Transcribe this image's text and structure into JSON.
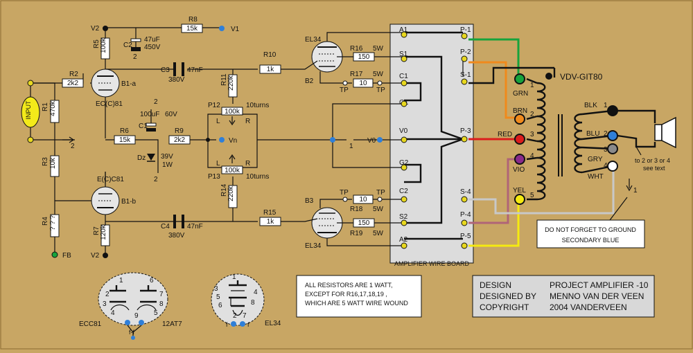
{
  "tubes": {
    "b1a": {
      "label": "B1-a",
      "type": "EC(C)81"
    },
    "b1b": {
      "label": "B1-b",
      "type": "E(C)C81"
    },
    "b2": {
      "label": "B2",
      "type": "EL34"
    },
    "b3": {
      "label": "B3",
      "type": "EL34"
    }
  },
  "components": {
    "r1": {
      "label": "R1",
      "value": "470k"
    },
    "r2": {
      "label": "R2",
      "value": "2k2"
    },
    "r3": {
      "label": "R3",
      "value": "10k"
    },
    "r4": {
      "label": "R4",
      "value": "? ? ?"
    },
    "r5": {
      "label": "R5",
      "value": "100k"
    },
    "r6": {
      "label": "R6",
      "value": "15k"
    },
    "r7": {
      "label": "R7",
      "value": "120k"
    },
    "r8": {
      "label": "R8",
      "value": "15k"
    },
    "r9": {
      "label": "R9",
      "value": "2k2"
    },
    "r10": {
      "label": "R10",
      "value": "1k"
    },
    "r11": {
      "label": "R11",
      "value": "220k"
    },
    "r14": {
      "label": "R14",
      "value": "220k"
    },
    "r15": {
      "label": "R15",
      "value": "1k"
    },
    "r16": {
      "label": "R16",
      "value": "150",
      "watt": "5W"
    },
    "r17": {
      "label": "R17",
      "value": "10",
      "watt": "5W"
    },
    "r18": {
      "label": "R18",
      "value": "10",
      "watt": "5W"
    },
    "r19": {
      "label": "R19",
      "value": "150",
      "watt": "5W"
    },
    "c1": {
      "label": "C1",
      "value1": "100uF",
      "value2": "60V"
    },
    "c2": {
      "label": "C2",
      "value1": "47uF",
      "value2": "450V"
    },
    "c3": {
      "label": "C3",
      "value1": "47nF",
      "value2": "380V"
    },
    "c4": {
      "label": "C4",
      "value1": "47nF",
      "value2": "380V"
    },
    "dz": {
      "label": "Dz",
      "value1": "39V",
      "value2": "1W"
    },
    "p12": {
      "label": "P12",
      "value": "100k",
      "turns": "10turns",
      "l": "L",
      "r": "R"
    },
    "p13": {
      "label": "P13",
      "value": "100k",
      "turns": "10turns",
      "l": "L",
      "r": "R"
    }
  },
  "nodes": {
    "v1": "V1",
    "v2_top": "V2",
    "v2_bot": "V2",
    "vn": "Vn",
    "v0": "V0",
    "fb": "FB",
    "tp": "TP",
    "ground": "2",
    "one": "1",
    "input": "INPUT"
  },
  "wireboard": {
    "label": "AMPLIFIER WIRE BOARD",
    "left": [
      "A1",
      "S1",
      "C1",
      "G1",
      "V0",
      "G2",
      "C2",
      "S2",
      "A2"
    ],
    "right": [
      "P-1",
      "P-2",
      "S-1",
      "P-3",
      "S-4",
      "P-4",
      "P-5"
    ]
  },
  "transformer": {
    "title": "VDV-GIT80",
    "primary": [
      {
        "name": "GRN",
        "num": "1"
      },
      {
        "name": "BRN",
        "num": "2"
      },
      {
        "name": "RED",
        "num": "3"
      },
      {
        "name": "VIO",
        "num": "4"
      },
      {
        "name": "YEL",
        "num": "5"
      }
    ],
    "secondary": [
      {
        "name": "BLK",
        "num": "1"
      },
      {
        "name": "BLU",
        "num": "2"
      },
      {
        "name": "GRY",
        "num": "3"
      },
      {
        "name": "WHT",
        "num": "4"
      }
    ],
    "speaker_note": [
      "to 2 or 3 or 4",
      "see text"
    ],
    "ground_note": [
      "DO NOT FORGET TO GROUND",
      "SECONDARY BLUE"
    ]
  },
  "pinouts": {
    "ecc81": {
      "name1": "ECC81",
      "name2": "12AT7",
      "pins": [
        "1",
        "2",
        "3",
        "4",
        "5",
        "6",
        "7",
        "8",
        "9"
      ],
      "ff": "f-f"
    },
    "el34": {
      "name": "EL34",
      "pins": [
        "1",
        "3",
        "4",
        "5",
        "6",
        "8",
        "2",
        "7"
      ],
      "f": "f"
    }
  },
  "note": [
    "ALL RESISTORS ARE 1 WATT,",
    "EXCEPT FOR R16,17,18,19 ,",
    "WHICH ARE 5 WATT WIRE WOUND"
  ],
  "credits": {
    "keys": [
      "DESIGN",
      "DESIGNED BY",
      "COPYRIGHT"
    ],
    "values": [
      "PROJECT AMPLIFIER -10",
      "MENNO VAN DER VEEN",
      "2004 VANDERVEEN"
    ]
  },
  "colors": {
    "background": "#c8a664",
    "board": "#dcdcdc",
    "resistor": "#ffffff",
    "pin": "#e8d820",
    "blue_node": "#2f7fd8",
    "input_oval": "#f3ea1a",
    "wire_green": "#17a33c",
    "wire_orange": "#f08a1c",
    "wire_red": "#dc1c1c",
    "wire_violet": "#b06478",
    "wire_yellow": "#f5ea10",
    "wire_gray": "#c8c8c8"
  }
}
